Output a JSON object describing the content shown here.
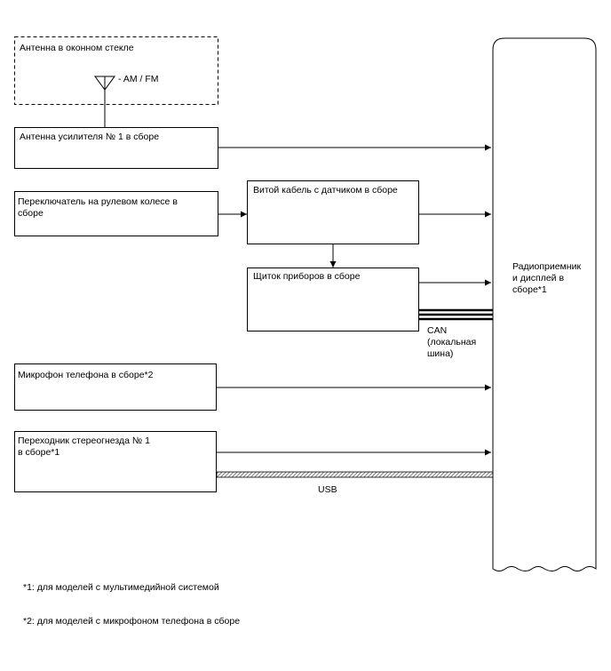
{
  "blocks": {
    "antenna_glass": "Антенна в оконном стекле",
    "antenna_band": "- AM / FM",
    "antenna_amp": "Антенна усилителя № 1 в сборе",
    "steering_switch": "Переключатель на рулевом колесе в\nсборе",
    "spiral_cable": "Витой кабель с датчиком в сборе",
    "combination_meter": "Щиток приборов в сборе",
    "microphone": "Микрофон телефона в сборе*2",
    "stereo_jack": "Переходник стереогнезда № 1\nв сборе*1",
    "radio_receiver": "Радиоприемник\nи дисплей в\nсборе*1"
  },
  "bus_labels": {
    "can": "CAN\n(локальная\nшина)",
    "usb": "USB"
  },
  "footnotes": {
    "note1": "*1: для моделей с мультимедийной системой",
    "note2": "*2: для моделей с микрофоном телефона в сборе"
  }
}
